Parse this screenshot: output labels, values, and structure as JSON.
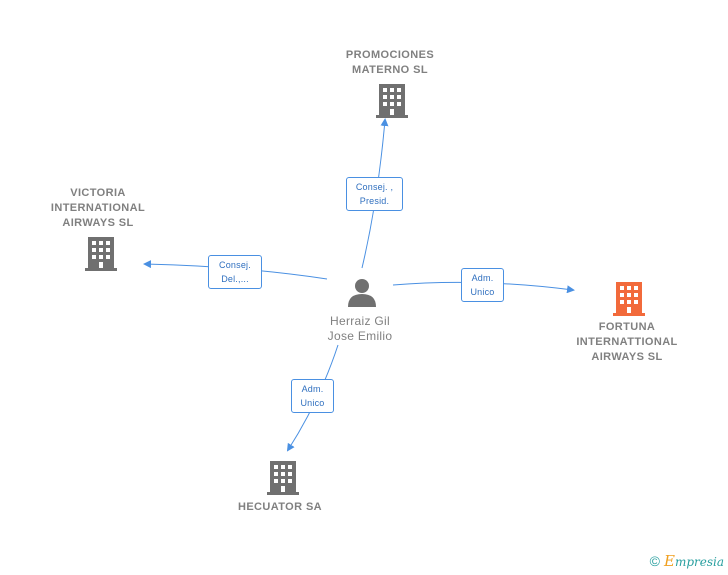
{
  "nodes": {
    "promociones": {
      "label": "PROMOCIONES\nMATERNO SL"
    },
    "victoria": {
      "label": "VICTORIA\nINTERNATIONAL\nAIRWAYS  SL"
    },
    "fortuna": {
      "label": "FORTUNA\nINTERNATTIONAL\nAIRWAYS SL"
    },
    "hecuator": {
      "label": "HECUATOR SA"
    },
    "person": {
      "label": "Herraiz Gil\nJose Emilio"
    }
  },
  "edges": {
    "to_promociones": "Consej. ,\nPresid.",
    "to_victoria": "Consej.\nDel.,...",
    "to_fortuna": "Adm.\nUnico",
    "to_hecuator": "Adm.\nUnico"
  },
  "colors": {
    "building": "#707070",
    "building_highlight": "#f26a3b",
    "person": "#707070",
    "edge": "#4a90e2"
  },
  "icons": {
    "building": "building-icon",
    "person": "person-icon"
  },
  "footer": {
    "symbol": "©",
    "brand": "mpresia",
    "brand_initial": "E"
  }
}
